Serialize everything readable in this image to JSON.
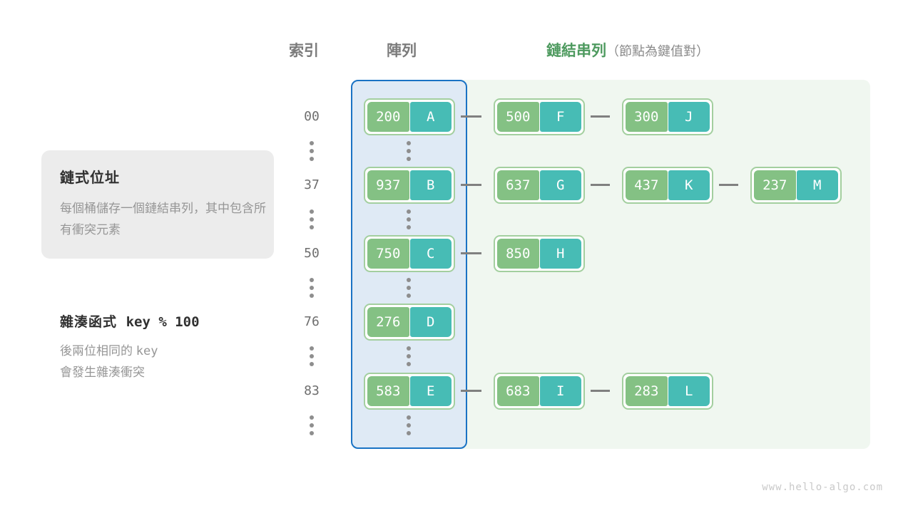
{
  "headers": {
    "index": "索引",
    "array": "陣列",
    "linked_list": "鏈結串列",
    "linked_list_note": "（節點為鍵值對）"
  },
  "info_card": {
    "title": "鏈式位址",
    "body": "每個桶儲存一個鏈結串列，其中包含所有衝突元素"
  },
  "hash_note": {
    "title_prefix": "雜湊函式",
    "title_code": "key % 100",
    "body_line1_prefix": "後兩位相同的",
    "body_line1_code": "key",
    "body_line2": "會發生雜湊衝突"
  },
  "colors": {
    "key_cell": "#84c184",
    "value_cell": "#47bcb5",
    "node_border": "#a3cf9f",
    "array_panel_bg": "#dfeaf5",
    "array_panel_border": "#1a73c4",
    "list_panel_bg": "#f0f7f0",
    "header_green": "#4e9a5f",
    "header_gray": "#7b7b7b",
    "arrow": "#808080",
    "info_card_bg": "#ececec"
  },
  "buckets": [
    {
      "index": "00",
      "bucket_node": {
        "key": "200",
        "value": "A"
      },
      "chain": [
        {
          "key": "500",
          "value": "F"
        },
        {
          "key": "300",
          "value": "J"
        }
      ]
    },
    {
      "index": "37",
      "bucket_node": {
        "key": "937",
        "value": "B"
      },
      "chain": [
        {
          "key": "637",
          "value": "G"
        },
        {
          "key": "437",
          "value": "K"
        },
        {
          "key": "237",
          "value": "M"
        }
      ]
    },
    {
      "index": "50",
      "bucket_node": {
        "key": "750",
        "value": "C"
      },
      "chain": [
        {
          "key": "850",
          "value": "H"
        }
      ]
    },
    {
      "index": "76",
      "bucket_node": {
        "key": "276",
        "value": "D"
      },
      "chain": []
    },
    {
      "index": "83",
      "bucket_node": {
        "key": "583",
        "value": "E"
      },
      "chain": [
        {
          "key": "683",
          "value": "I"
        },
        {
          "key": "283",
          "value": "L"
        }
      ]
    }
  ],
  "ellipsis_rows": 6,
  "watermark": "www.hello-algo.com"
}
